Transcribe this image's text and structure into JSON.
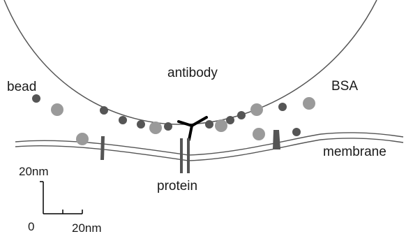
{
  "labels": {
    "bead": "bead",
    "antibody": "antibody",
    "bsa": "BSA",
    "membrane": "membrane",
    "protein": "protein"
  },
  "scale_bar": {
    "y_label": "20nm",
    "x_label": "20nm",
    "origin": "0"
  },
  "colors": {
    "line": "#555555",
    "dark_dot": "#555555",
    "light_dot": "#9a9a9a",
    "black": "#000000",
    "text": "#1a1a1a"
  }
}
